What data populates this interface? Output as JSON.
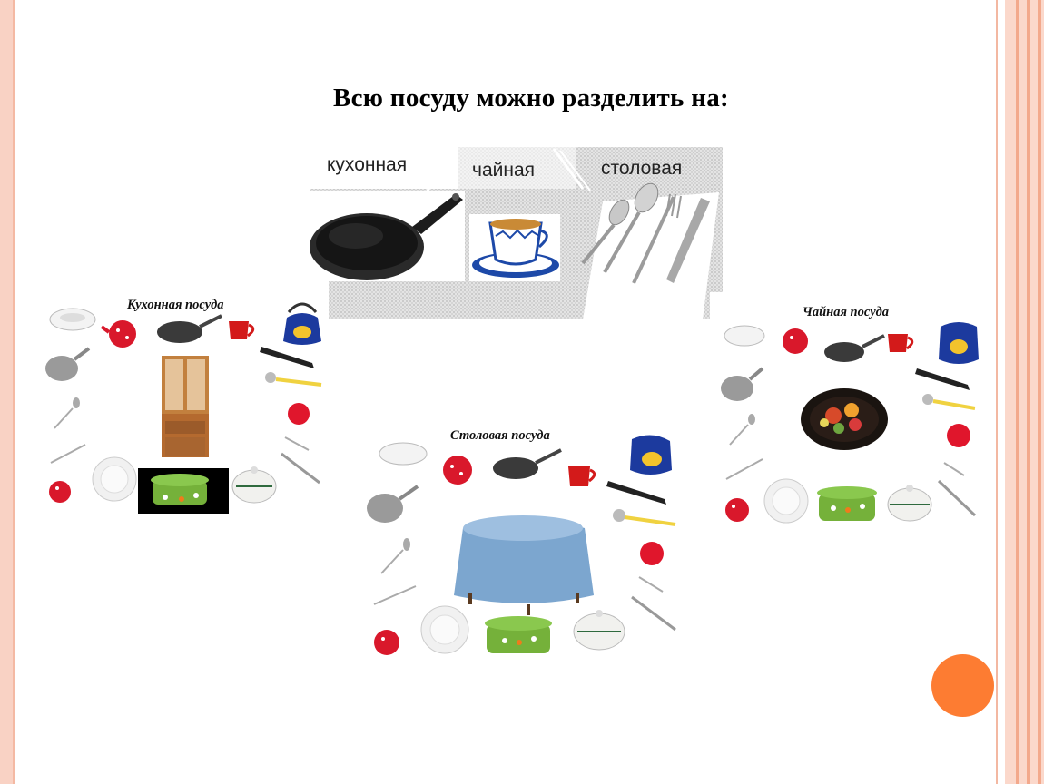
{
  "slide": {
    "title": "Всю посуду можно разделить на:",
    "categories": [
      {
        "label": "кухонная",
        "icon": "frying-pan-icon"
      },
      {
        "label": "чайная",
        "icon": "tea-cup-icon"
      },
      {
        "label": "столовая",
        "icon": "cutlery-icon"
      }
    ]
  },
  "groups": {
    "kitchen": {
      "title": "Кухонная посуда",
      "center_item": "kitchen-cabinet"
    },
    "tableware": {
      "title": "Столовая  посуда",
      "center_item": "round-table-with-tablecloth"
    },
    "tea": {
      "title": "Чайная посуда",
      "center_item": "painted-tray"
    }
  },
  "colors": {
    "accent_orange": "#fd7c32",
    "frame_pink": "#f9d2c4"
  }
}
